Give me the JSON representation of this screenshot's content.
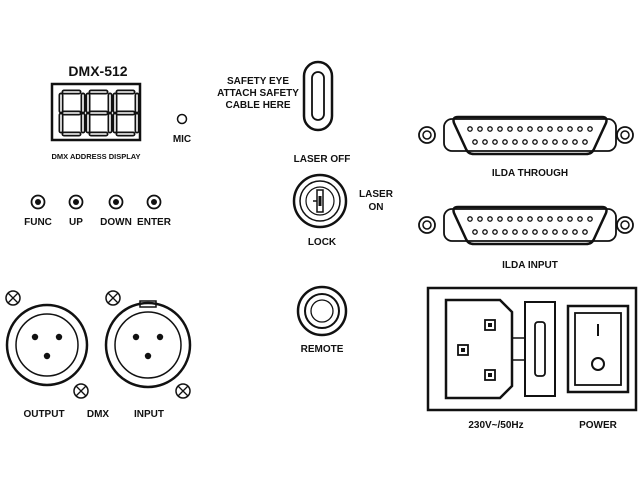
{
  "dmx": {
    "title": "DMX-512",
    "display_digits": [
      "8",
      "8",
      "8"
    ],
    "display_caption": "DMX ADDRESS DISPLAY",
    "mic_label": "MIC",
    "buttons": [
      "FUNC",
      "UP",
      "DOWN",
      "ENTER"
    ]
  },
  "safety": {
    "lines": [
      "SAFETY EYE",
      "ATTACH SAFETY",
      "CABLE HERE"
    ]
  },
  "keyswitch": {
    "off_label": "LASER OFF",
    "on_lines": [
      "LASER",
      "ON"
    ],
    "lock_label": "LOCK"
  },
  "remote": {
    "label": "REMOTE"
  },
  "ilda": {
    "through_label": "ILDA THROUGH",
    "input_label": "ILDA INPUT"
  },
  "xlr": {
    "output_label": "OUTPUT",
    "dmx_label": "DMX",
    "input_label": "INPUT"
  },
  "power": {
    "rating_label": "230V~/50Hz",
    "switch_label": "POWER"
  },
  "colors": {
    "ink": "#111111",
    "background": "#ffffff"
  }
}
